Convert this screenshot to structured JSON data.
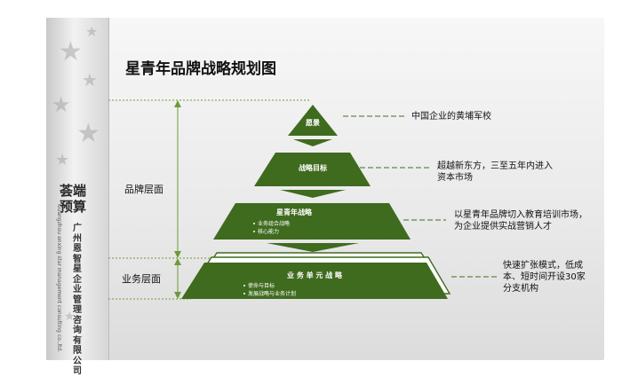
{
  "title": "星青年品牌战略规划图",
  "left_labels": {
    "brand": "品牌层面",
    "business": "业务层面"
  },
  "tiers": [
    {
      "label": "愿景",
      "bullets": []
    },
    {
      "label": "战略目标",
      "bullets": []
    },
    {
      "label": "星青年战略",
      "bullets": [
        "业务组合战略",
        "核心能力"
      ]
    },
    {
      "label": "业 务 单 元 战 略",
      "bullets": [
        "使命与目标",
        "发展战略与业务计划"
      ]
    }
  ],
  "notes": {
    "vision": "中国企业的黄埔军校",
    "goal": "超越新东方，三至五年内进入资本市场",
    "strategy": "以星青年品牌切入教育培训市场，为企业提供实战营销人才",
    "business": "快速扩张模式，低成本、短时间开设30家分支机构"
  },
  "sidebar": {
    "brand_mark": "荟端预算",
    "company_name": "广州恩智星企业管理咨询有限公司",
    "company_name_en": "Guangzhou enxing star management consulting co.,ltd."
  },
  "colors": {
    "tier_fill": "#3f6b1f",
    "connector": "#3f6b1f",
    "guide": "#6e9a39"
  }
}
